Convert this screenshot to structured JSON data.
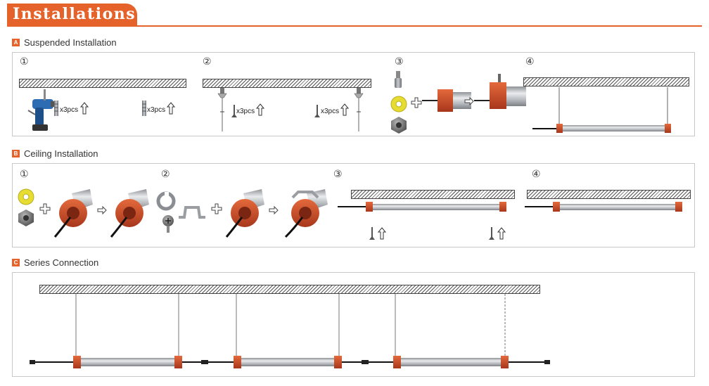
{
  "page_title": "Installations",
  "sections": [
    {
      "letter": "A",
      "title": "Suspended Installation",
      "steps": [
        "①",
        "②",
        "③",
        "④"
      ],
      "qty_label": "x3pcs"
    },
    {
      "letter": "B",
      "title": "Ceiling Installation",
      "steps": [
        "①",
        "②",
        "③",
        "④"
      ]
    },
    {
      "letter": "C",
      "title": "Series Connection"
    }
  ],
  "colors": {
    "accent": "#e5632a",
    "end_cap": "#c9482a",
    "tube": "#b9bcc0",
    "yellow_washer": "#e6dc32"
  },
  "icons": [
    "drill-icon",
    "anchor-icon",
    "up-arrow-icon",
    "plus-icon",
    "right-arrow-icon",
    "screw-icon",
    "nut-icon",
    "washer-icon",
    "hook-icon",
    "clip-icon",
    "end-cap-icon"
  ]
}
